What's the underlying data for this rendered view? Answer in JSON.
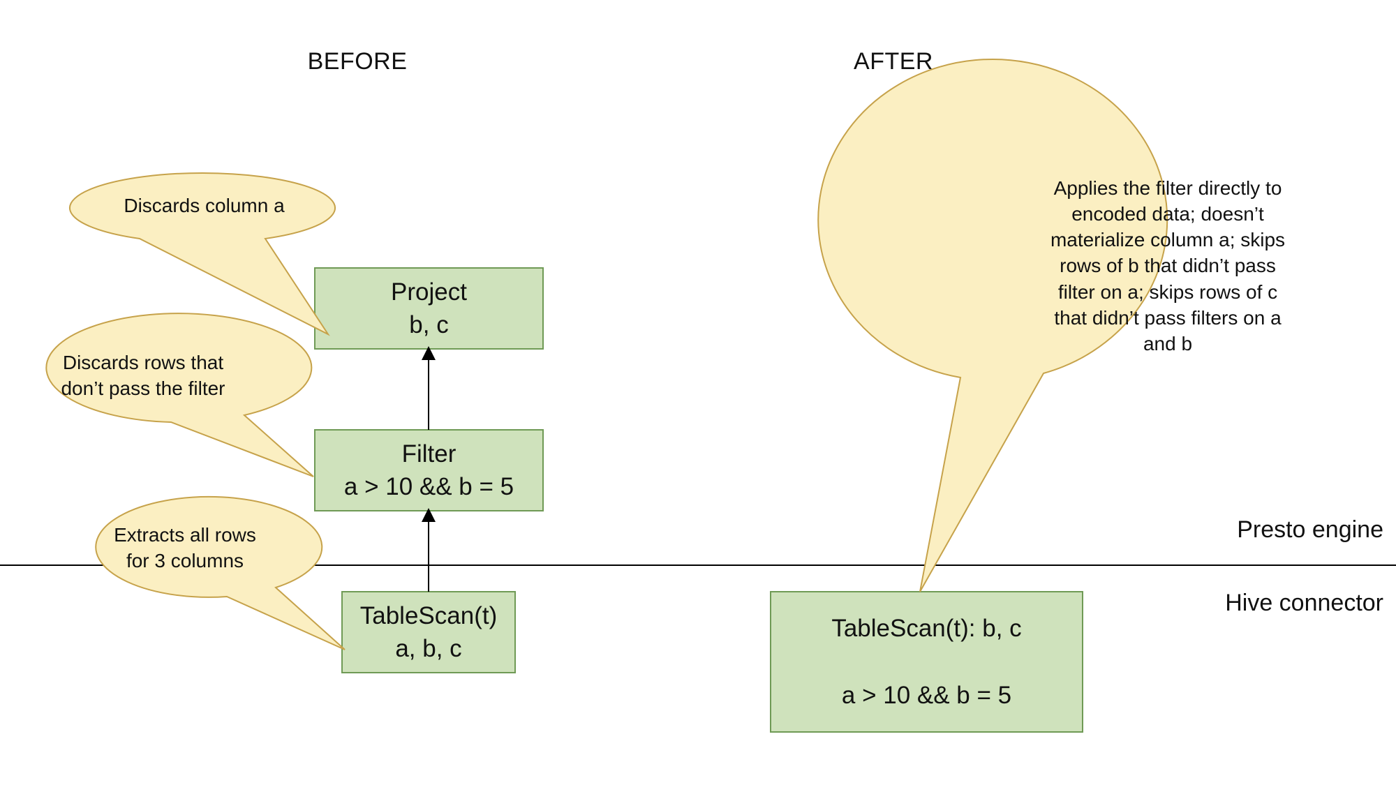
{
  "headings": {
    "before": "BEFORE",
    "after": "AFTER"
  },
  "layers": {
    "engine": "Presto engine",
    "connector": "Hive connector"
  },
  "before": {
    "project": {
      "line1": "Project",
      "line2": "b, c"
    },
    "filter": {
      "line1": "Filter",
      "line2": "a > 10 && b = 5"
    },
    "tablescan": {
      "line1": "TableScan(t)",
      "line2": "a, b, c"
    },
    "callouts": {
      "project": "Discards column a",
      "filter": "Discards rows that don’t pass the filter",
      "tablescan": "Extracts all rows for 3 columns"
    }
  },
  "after": {
    "tablescan": {
      "line1": "TableScan(t): b, c",
      "line2": "a > 10 && b = 5"
    },
    "callout": "Applies the filter directly to encoded data; doesn’t materialize column a; skips rows of b that didn’t pass filter on a; skips rows of c that didn’t pass filters on a and b"
  },
  "colors": {
    "box_fill": "#cfe2bc",
    "box_stroke": "#6f9a55",
    "callout_fill": "#fbefc2",
    "callout_stroke": "#c6a24a",
    "line": "#000000"
  }
}
